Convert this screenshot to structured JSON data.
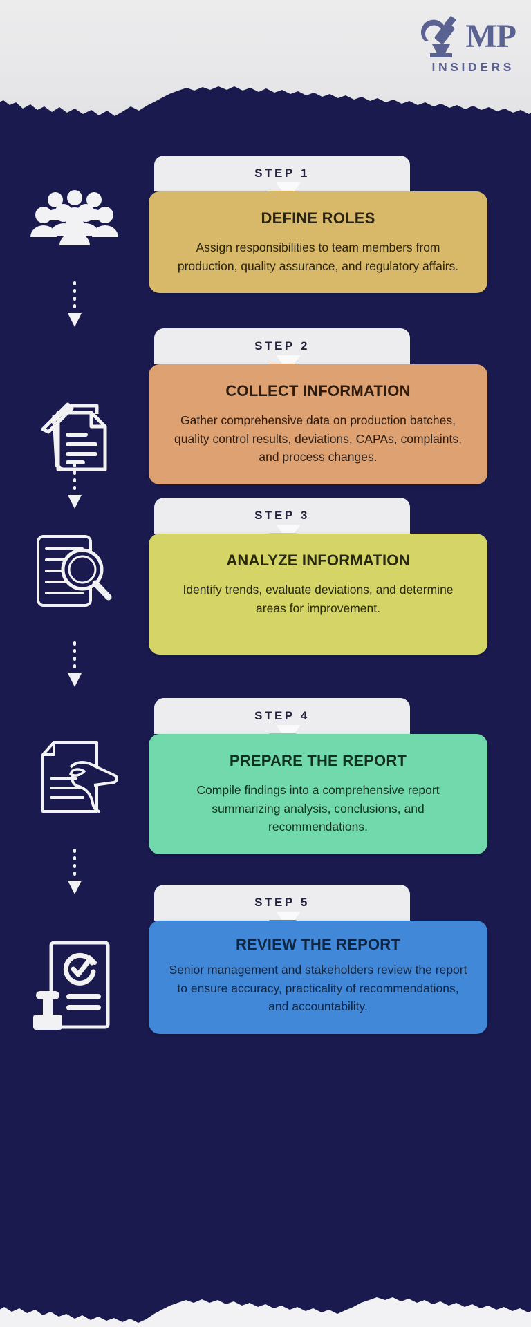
{
  "brand": {
    "name": "MP",
    "tagline": "INSIDERS",
    "logo_icon": "microscope-icon",
    "logo_color": "#5a6291"
  },
  "theme": {
    "background": "#1a1a4e",
    "paper": "#ececee",
    "tab_bg": "#ededef",
    "tab_text": "#22223c"
  },
  "steps": [
    {
      "tab_label": "STEP 1",
      "title": "DEFINE ROLES",
      "body": "Assign responsibilities to team members from production, quality assurance, and regulatory affairs.",
      "color": "#d8b96a",
      "text_color": "#2b2410",
      "icon": "group-of-people-icon"
    },
    {
      "tab_label": "STEP 2",
      "title": "COLLECT INFORMATION",
      "body": "Gather comprehensive data on production batches, quality control results, deviations, CAPAs, complaints, and process changes.",
      "color": "#dda172",
      "text_color": "#2e1d0f",
      "icon": "stack-of-documents-icon"
    },
    {
      "tab_label": "STEP 3",
      "title": "ANALYZE INFORMATION",
      "body": "Identify trends, evaluate deviations, and determine areas for improvement.",
      "color": "#d5d467",
      "text_color": "#282910",
      "icon": "document-magnifier-icon"
    },
    {
      "tab_label": "STEP 4",
      "title": "PREPARE THE REPORT",
      "body": "Compile findings into a comprehensive report summarizing analysis, conclusions, and recommendations.",
      "color": "#72d9ad",
      "text_color": "#11301f",
      "icon": "hand-writing-document-icon"
    },
    {
      "tab_label": "STEP 5",
      "title": "REVIEW THE REPORT",
      "body": "Senior management and stakeholders review the report to ensure accuracy, practicality of recommendations, and accountability.",
      "color": "#4288d9",
      "text_color": "#102540",
      "icon": "approval-stamp-icon"
    }
  ],
  "connectors": [
    {
      "name": "dotted-arrow-1-to-2"
    },
    {
      "name": "dotted-arrow-2-to-3"
    },
    {
      "name": "dotted-arrow-3-to-4"
    },
    {
      "name": "dotted-arrow-4-to-5"
    }
  ]
}
